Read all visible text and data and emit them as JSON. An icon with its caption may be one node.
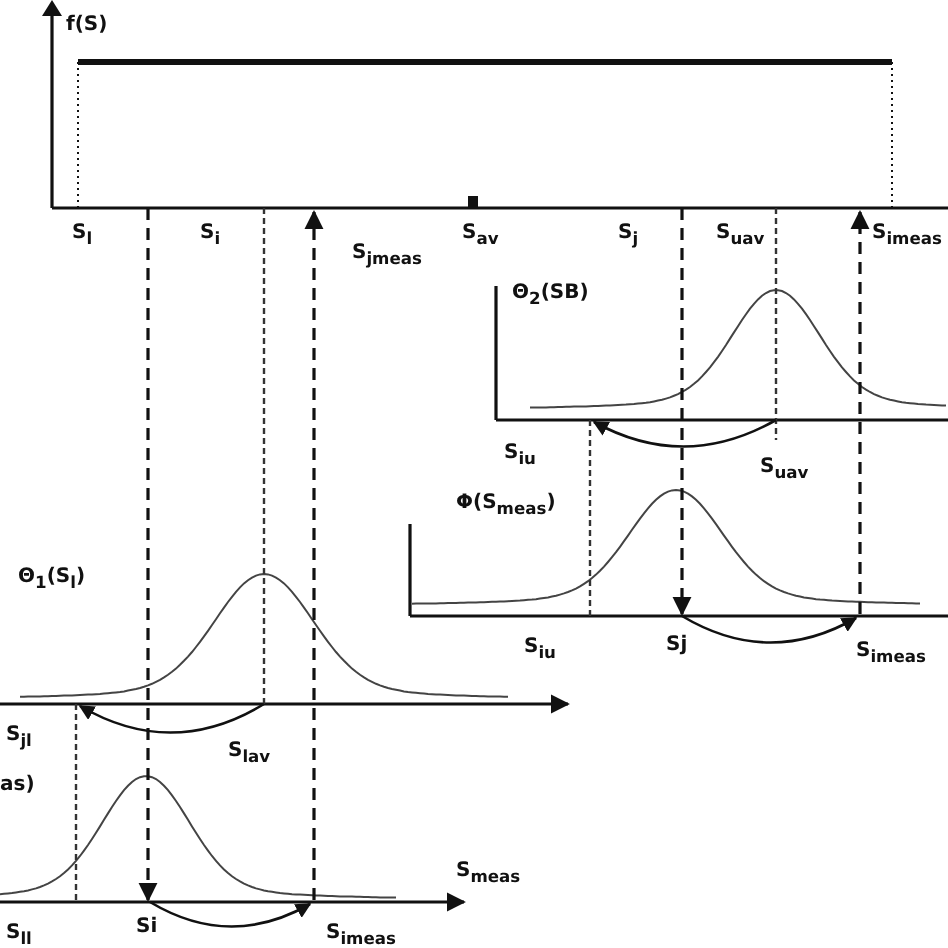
{
  "diagram": {
    "labels": [
      "f(S)",
      "S$_{l}$",
      "S$_{i}$",
      "S$_{jmeas}$",
      "S$_{av}$",
      "S$_{j}$",
      "S$_{uav}$",
      "S$_{imeas}$",
      "Θ$_{2}$(SB)",
      "S$_{iu}$",
      "S$_{uav}$",
      "Φ(S$_{meas}$)",
      "S$_{iu}$",
      "Sj",
      "S$_{imeas}$",
      "Θ$_{1}$(S$_{l}$)",
      "S$_{jl}$",
      "S$_{lav}$",
      "as)",
      "S$_{meas}$",
      "S$_{ll}$",
      "Si",
      "S$_{imeas}$"
    ]
  }
}
